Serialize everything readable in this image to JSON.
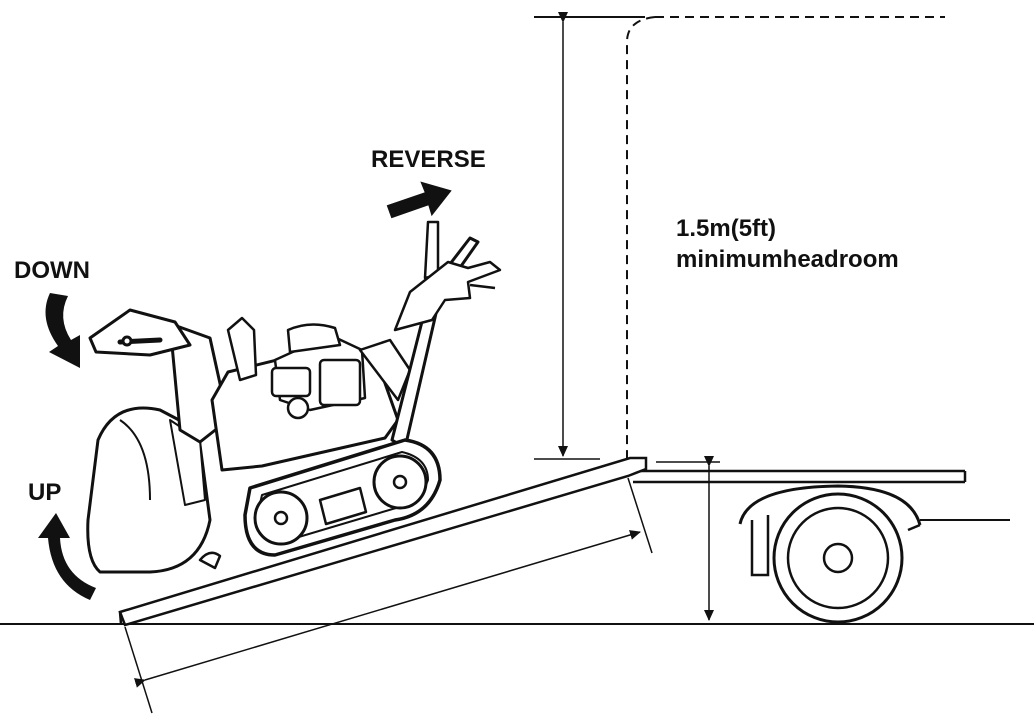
{
  "labels": {
    "reverse": "REVERSE",
    "down": "DOWN",
    "up": "UP",
    "headroom_line1": "1.5m(5ft)",
    "headroom_line2": "minimumheadroom"
  },
  "colors": {
    "ink": "#111111",
    "background": "#ffffff"
  },
  "icons": {
    "reverse_arrow": "arrow-right-icon",
    "down_arrow": "curved-arrow-down-icon",
    "up_arrow": "curved-arrow-up-icon"
  }
}
